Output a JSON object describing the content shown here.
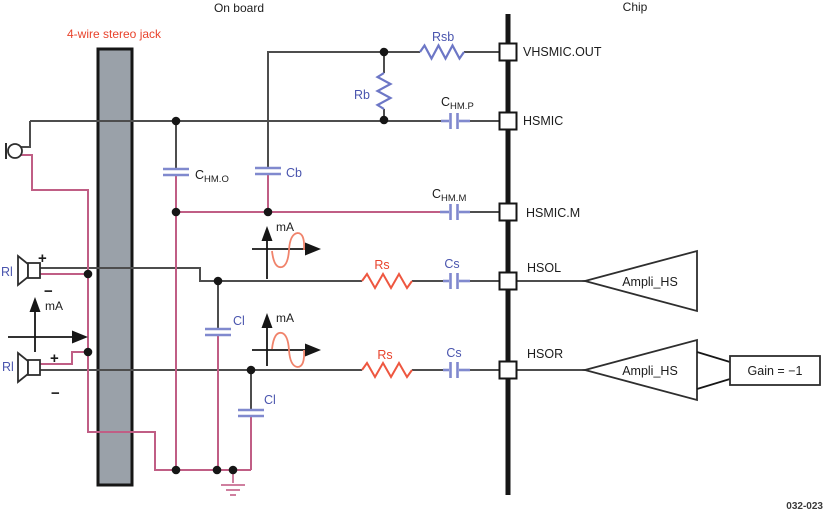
{
  "regions": {
    "on_board": "On board",
    "chip": "Chip"
  },
  "jack": {
    "label": "4-wire stereo jack"
  },
  "figure_number": "032-023",
  "chip_ports": {
    "vhsmic_out": "VHSMIC.OUT",
    "hsmic": "HSMIC",
    "hsmic_m": "HSMIC.M",
    "hsol": "HSOL",
    "hsor": "HSOR"
  },
  "components": {
    "rsb": "Rsb",
    "rb": "Rb",
    "cb": "Cb",
    "c_hm_o": {
      "base": "C",
      "sub": "HM.O"
    },
    "c_hm_p": {
      "base": "C",
      "sub": "HM.P"
    },
    "c_hm_m": {
      "base": "C",
      "sub": "HM.M"
    },
    "rs": "Rs",
    "cs": "Cs",
    "cl": "Cl",
    "rl": "Rl"
  },
  "amplifier": {
    "label": "Ampli_HS"
  },
  "gain_box": {
    "label": "Gain = −1"
  },
  "annotations": {
    "current_unit": "mA",
    "plus": "+",
    "minus": "−"
  },
  "colors": {
    "wire_dark": "#4d4d4d",
    "wire_pink": "#c05e85",
    "component_blue": "#6d77c6",
    "label_blue": "#4a55ae",
    "label_red": "#e8432c",
    "resistor_red": "#ee5740",
    "jack_fill": "#9aa1a9",
    "chip_line": "#161616"
  }
}
